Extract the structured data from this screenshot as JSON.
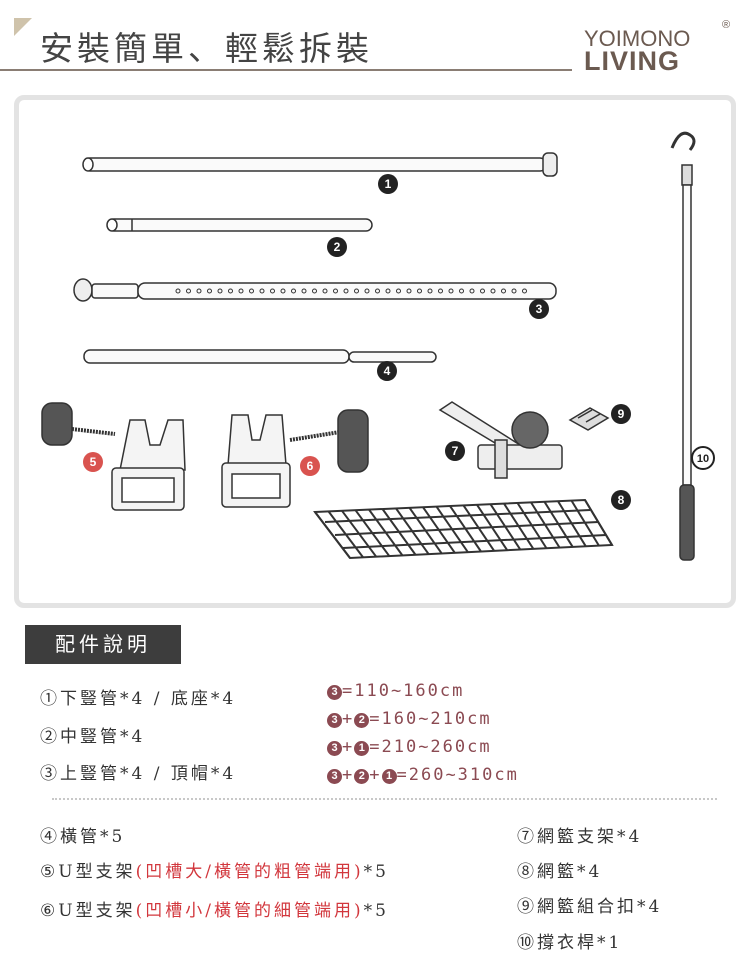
{
  "header": {
    "title": "安裝簡單、輕鬆拆裝",
    "logo_line1": "YOIMONO",
    "logo_line2": "LIVING",
    "logo_reg": "®"
  },
  "diagram": {
    "labels": [
      "1",
      "2",
      "3",
      "4",
      "5",
      "6",
      "7",
      "8",
      "9",
      "10"
    ]
  },
  "colors": {
    "badge": "#8b4a52",
    "red_badge": "#d9534f",
    "accent_red": "#d2373d",
    "section_bg": "#3d3d3d",
    "logo": "#6b5a50"
  },
  "section": {
    "title": "配件說明"
  },
  "parts": {
    "p1": "①下豎管*4 / 底座*4",
    "p2": "②中豎管*4",
    "p3": "③上豎管*4 / 頂帽*4",
    "p4": "④橫管*5",
    "p5_a": "⑤U型支架",
    "p5_b": "(凹槽大/橫管的粗管端用)",
    "p5_c": "*5",
    "p6_a": "⑥U型支架",
    "p6_b": "(凹槽小/橫管的細管端用)",
    "p6_c": "*5",
    "p7": "⑦網籃支架*4",
    "p8": "⑧網籃*4",
    "p9": "⑨網籃組合扣*4",
    "p10": "⑩撐衣桿*1"
  },
  "lengths": [
    {
      "badges": [
        "3"
      ],
      "value": "=110~160cm"
    },
    {
      "badges": [
        "3",
        "2"
      ],
      "value": "=160~210cm"
    },
    {
      "badges": [
        "3",
        "1"
      ],
      "value": "=210~260cm"
    },
    {
      "badges": [
        "3",
        "2",
        "1"
      ],
      "value": "=260~310cm"
    }
  ],
  "plus": "+"
}
